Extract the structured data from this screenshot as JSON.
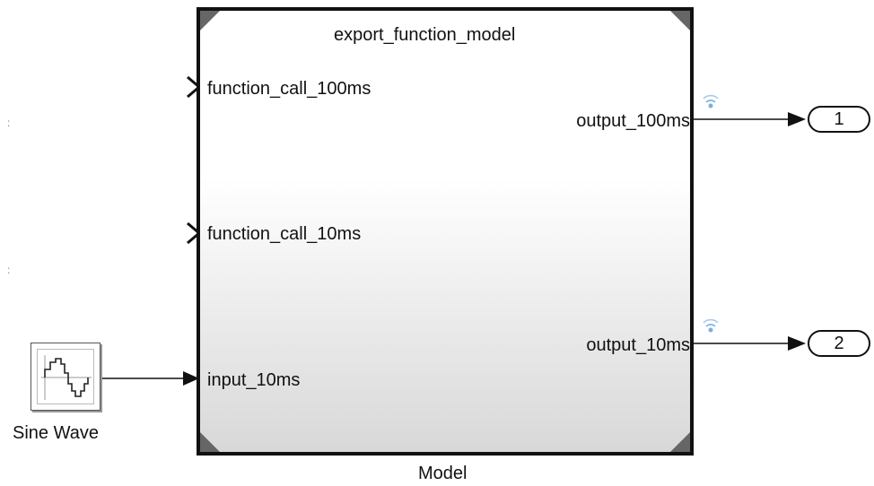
{
  "model_block": {
    "title": "export_function_model",
    "name": "Model",
    "inputs": [
      "function_call_100ms",
      "function_call_10ms",
      "input_10ms"
    ],
    "outputs": [
      "output_100ms",
      "output_10ms"
    ]
  },
  "sine_block": {
    "name": "Sine Wave"
  },
  "outports": [
    {
      "label": "1"
    },
    {
      "label": "2"
    }
  ],
  "colors": {
    "line": "#111111",
    "signal_icon": "#7aaee0",
    "block_gradient_end": "#d8d8d8"
  }
}
